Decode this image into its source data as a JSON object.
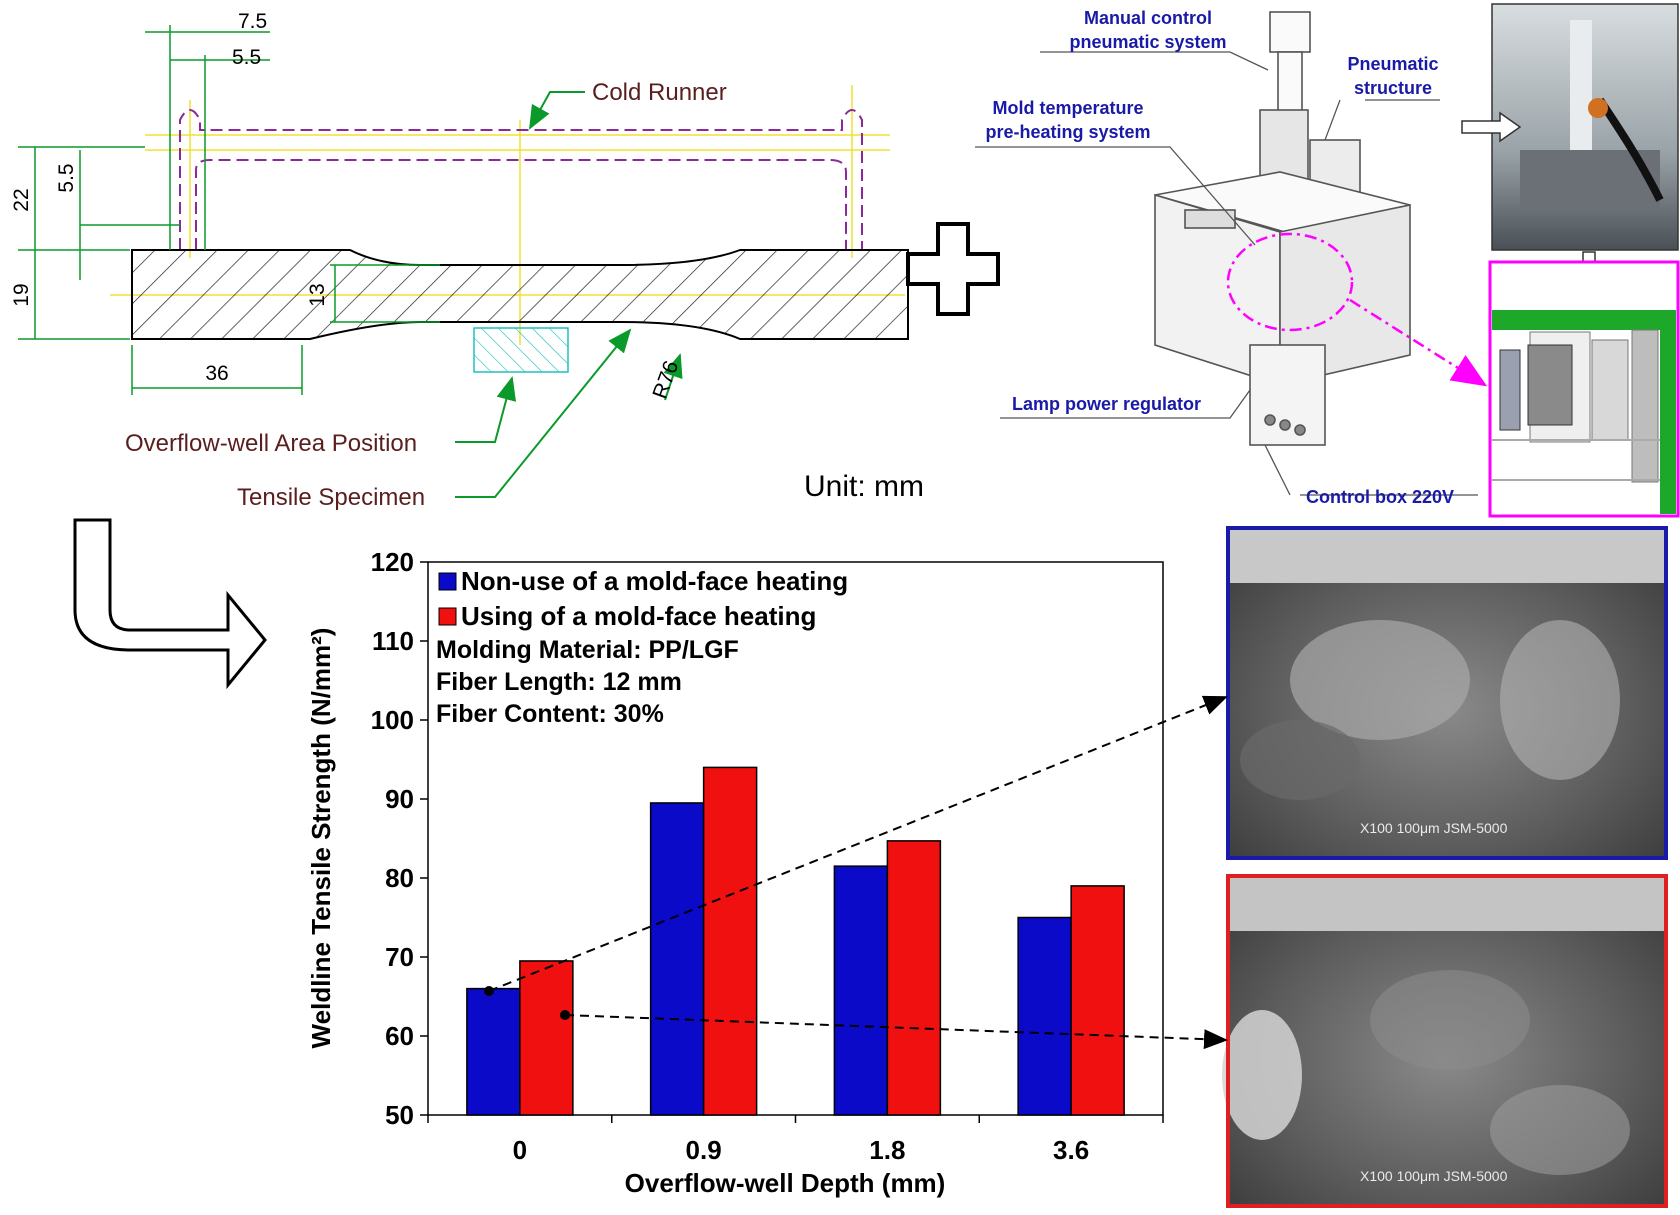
{
  "drawing": {
    "dims": [
      "7.5",
      "5.5",
      "22",
      "5.5",
      "19",
      "13",
      "36",
      "R76"
    ],
    "cold_runner": "Cold Runner",
    "overflow_label": "Overflow-well Area Position",
    "specimen_label": "Tensile Specimen",
    "unit": "Unit: mm"
  },
  "apparatus": {
    "manual_control": "Manual control pneumatic system",
    "pneumatic": "Pneumatic structure",
    "mold_temp": "Mold temperature pre-heating system",
    "lamp": "Lamp power regulator",
    "control_box": "Control box 220V"
  },
  "sem": {
    "top_caption": "X100 100μm    JSM-5000",
    "bottom_caption": "X100 100μm    JSM-5000",
    "top_border": "#1a1aa8",
    "bottom_border": "#e02020"
  },
  "colors": {
    "blue": "#0a0ac8",
    "red": "#f01010",
    "green": "#0a9a2a",
    "magenta": "#ff00ff",
    "yellow": "#f0e030",
    "purple": "#8a2a9a"
  },
  "chart_data": {
    "type": "bar",
    "categories": [
      "0",
      "0.9",
      "1.8",
      "3.6"
    ],
    "series": [
      {
        "name": "Non-use of a mold-face heating",
        "values": [
          66,
          89.5,
          81.5,
          75
        ],
        "color": "#0a0ac8"
      },
      {
        "name": "Using of a mold-face heating",
        "values": [
          69.5,
          94,
          84.7,
          79
        ],
        "color": "#f01010"
      }
    ],
    "xlabel": "Overflow-well Depth (mm)",
    "ylabel": "Weldline Tensile Strength (N/mm²)",
    "ylim": [
      50,
      120
    ],
    "yticks": [
      50,
      60,
      70,
      80,
      90,
      100,
      110,
      120
    ],
    "annotations": [
      "Molding Material: PP/LGF",
      "Fiber Length: 12 mm",
      "Fiber Content: 30%"
    ],
    "legend": "top-left",
    "grid": false
  }
}
